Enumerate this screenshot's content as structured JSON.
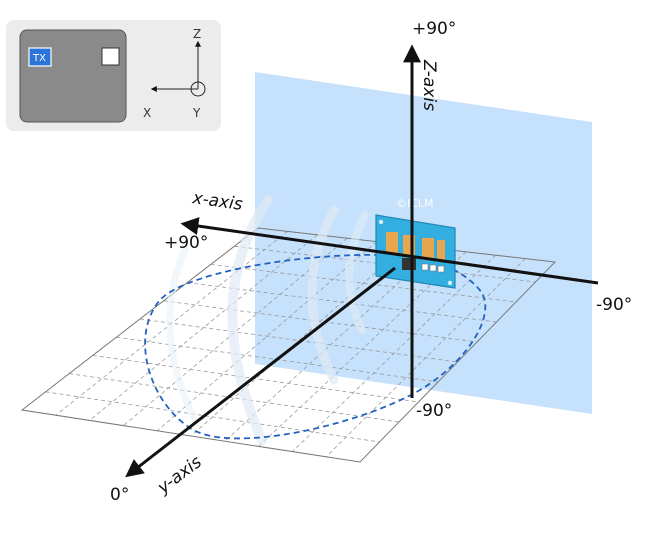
{
  "inset": {
    "tx_label": "TX",
    "axis_z": "Z",
    "axis_x": "X",
    "axis_y": "Y"
  },
  "axes": {
    "z_axis_label": "Z-axis",
    "x_axis_label": "x-axis",
    "y_axis_label": "y-axis",
    "z_top": "+90°",
    "z_bottom": "-90°",
    "x_left": "+90°",
    "x_right": "-90°",
    "y_end": "0°"
  },
  "watermark": "©ICLM",
  "colors": {
    "plane": "#bcdcfa",
    "pattern": "#2461c2",
    "board": "#33aee0",
    "pad": "#e8a74e",
    "tx_badge": "#2b74d8",
    "inset_bg": "#ececec",
    "inset_panel": "#8a8a8a"
  }
}
